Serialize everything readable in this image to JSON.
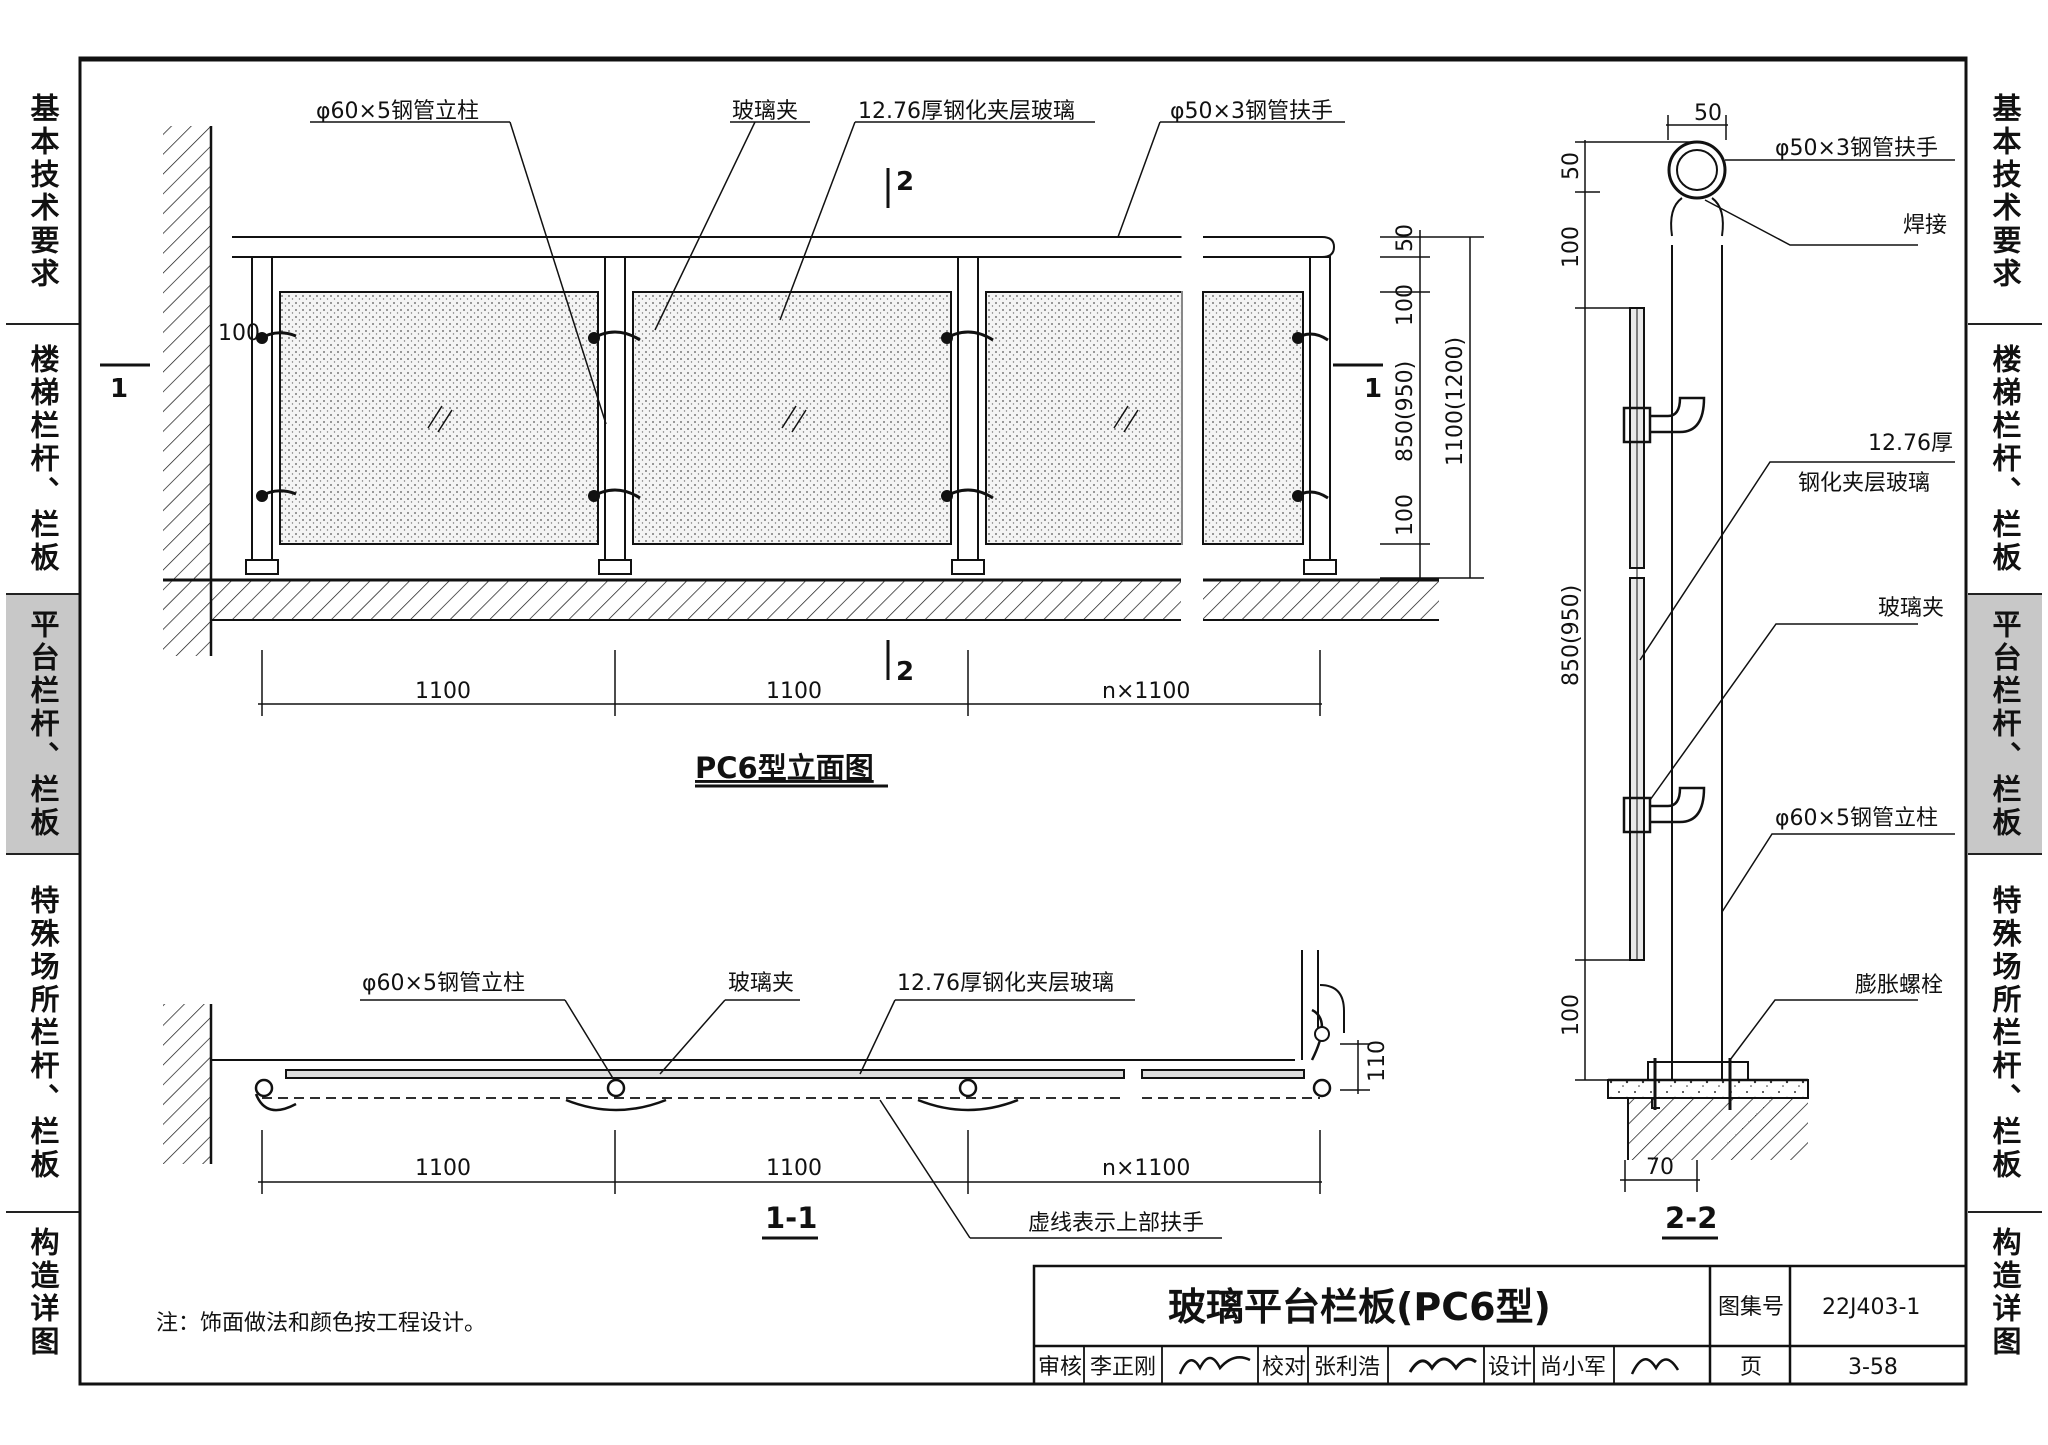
{
  "side_tabs": [
    {
      "label": "基本技术要求",
      "active": false
    },
    {
      "label": "楼梯栏杆、栏板",
      "active": false
    },
    {
      "label": "平台栏杆、栏板",
      "active": true
    },
    {
      "label": "特殊场所栏杆、栏板",
      "active": false
    },
    {
      "label": "构造详图",
      "active": false
    }
  ],
  "elevation": {
    "title": "PC6型立面图",
    "callouts": {
      "post": "φ60×5钢管立柱",
      "clip": "玻璃夹",
      "glass": "12.76厚钢化夹层玻璃",
      "handrail": "φ50×3钢管扶手"
    },
    "section_marks": {
      "s1": "1",
      "s2": "2"
    },
    "dims": {
      "span1": "1100",
      "span2": "1100",
      "span_n": "n×1100",
      "d50": "50",
      "d100_top": "100",
      "d_mid": "850(950)",
      "d100_bot": "100",
      "d_total": "1100(1200)",
      "d100_wall": "100"
    }
  },
  "plan": {
    "title": "1-1",
    "callouts": {
      "post": "φ60×5钢管立柱",
      "clip": "玻璃夹",
      "glass": "12.76厚钢化夹层玻璃",
      "dashed_note": "虚线表示上部扶手"
    },
    "dims": {
      "span1": "1100",
      "span2": "1100",
      "span_n": "n×1100",
      "d110": "110"
    }
  },
  "section": {
    "title": "2-2",
    "callouts": {
      "handrail": "φ50×3钢管扶手",
      "weld": "焊接",
      "glass_l1": "12.76厚",
      "glass_l2": "钢化夹层玻璃",
      "clip": "玻璃夹",
      "post": "φ60×5钢管立柱",
      "bolt": "膨胀螺栓"
    },
    "dims": {
      "w50": "50",
      "d50": "50",
      "d100_top": "100",
      "d_mid": "850(950)",
      "d100_bot": "100",
      "w70": "70"
    }
  },
  "note": "注：饰面做法和颜色按工程设计。",
  "title_block": {
    "title": "玻璃平台栏板(PC6型)",
    "atlas_label": "图集号",
    "atlas_no": "22J403-1",
    "page_label": "页",
    "page_no": "3-58",
    "review_label": "审核",
    "reviewer": "李正刚",
    "check_label": "校对",
    "checker": "张利浩",
    "design_label": "设计",
    "designer": "尚小军"
  },
  "colors": {
    "line": "#111111",
    "active_tab": "#c8c8c8",
    "glass_fill": "#f0f0f0"
  }
}
